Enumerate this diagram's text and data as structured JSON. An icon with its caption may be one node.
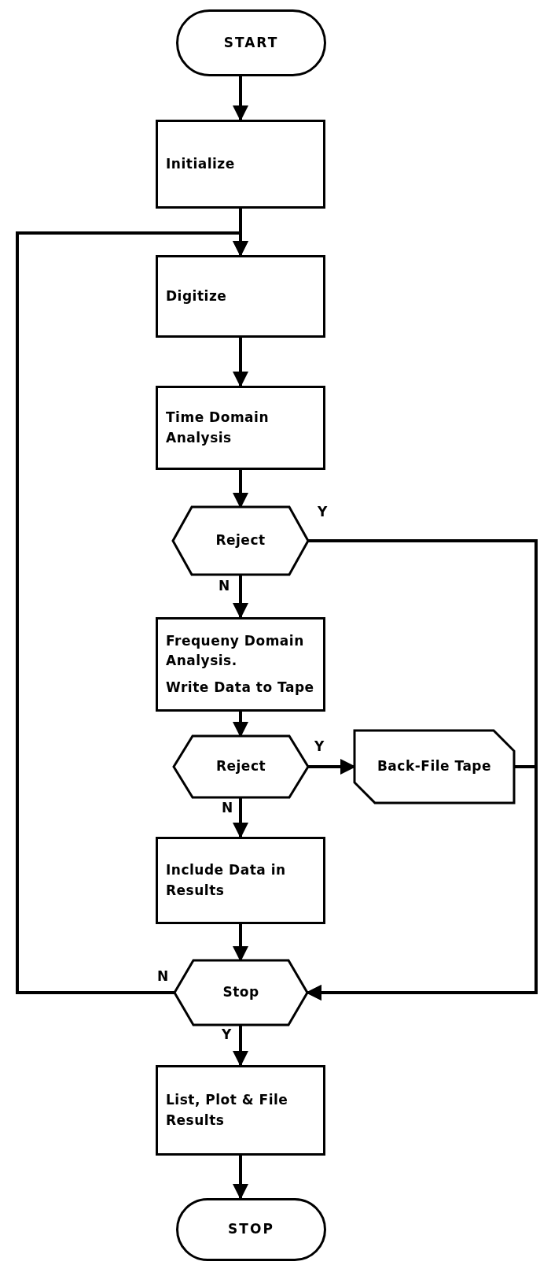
{
  "diagram": {
    "nodes": [
      {
        "text": [
          "START"
        ]
      },
      {
        "text": [
          "Initialize"
        ]
      },
      {
        "text": [
          "Digitize"
        ]
      },
      {
        "text": [
          "Time Domain Analysis"
        ]
      },
      {
        "text": [
          "Reject"
        ]
      },
      {
        "text": [
          "Frequeny Domain Analysis.",
          "Write Data to Tape"
        ]
      },
      {
        "text": [
          "Reject"
        ]
      },
      {
        "text": [
          "Back-File Tape"
        ]
      },
      {
        "text": [
          "Include Data in Results"
        ]
      },
      {
        "text": [
          "Stop"
        ]
      },
      {
        "text": [
          "List, Plot & File Results"
        ]
      },
      {
        "text": [
          "STOP"
        ]
      }
    ],
    "edges": [
      {
        "from": 0,
        "to": 1,
        "arrow": "to"
      },
      {
        "from": 1,
        "to": 2,
        "arrow": "to"
      },
      {
        "from": 2,
        "to": 3,
        "arrow": "to"
      },
      {
        "from": 3,
        "to": 4,
        "arrow": "to"
      },
      {
        "from": 4,
        "to": 5,
        "arrow": "to",
        "label": "N"
      },
      {
        "from": 4,
        "to": 9,
        "arrow": "to",
        "label": "Y"
      },
      {
        "from": 5,
        "to": 6,
        "arrow": "to"
      },
      {
        "from": 6,
        "to": 8,
        "arrow": "to",
        "label": "N"
      },
      {
        "from": 6,
        "to": 7,
        "arrow": "to",
        "label": "Y"
      },
      {
        "from": 7,
        "to": 9,
        "arrow": "to"
      },
      {
        "from": 8,
        "to": 9,
        "arrow": "to"
      },
      {
        "from": 9,
        "to": 2,
        "arrow": "to",
        "label": "N"
      },
      {
        "from": 9,
        "to": 10,
        "arrow": "to",
        "label": "Y"
      },
      {
        "from": 10,
        "to": 11,
        "arrow": "to"
      }
    ]
  }
}
